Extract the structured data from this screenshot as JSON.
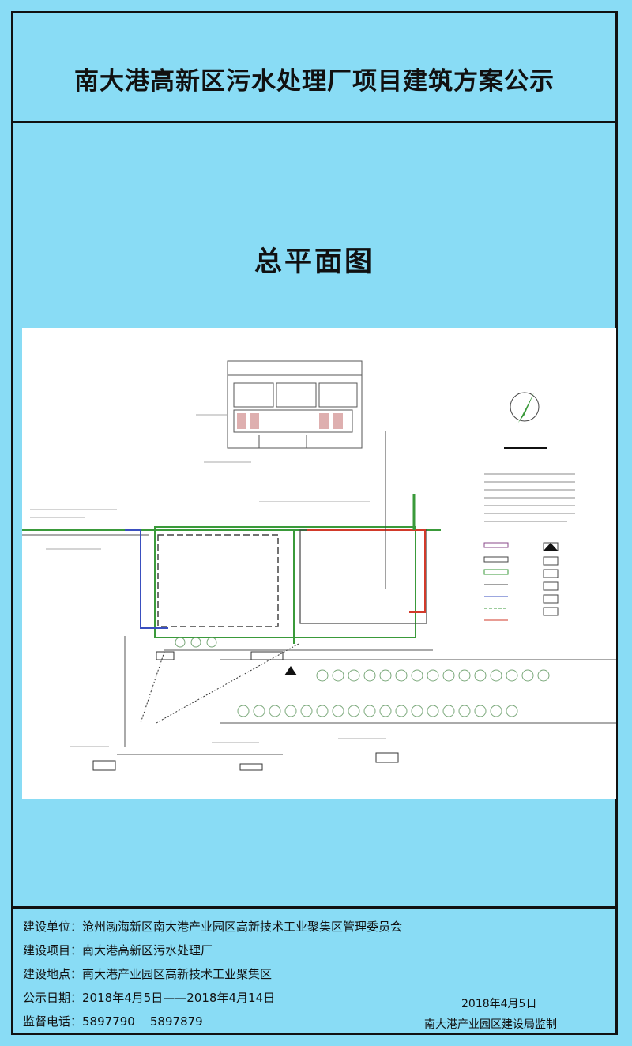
{
  "header": {
    "title": "南大港高新区污水处理厂项目建筑方案公示"
  },
  "drawing": {
    "title": "总平面图"
  },
  "info": {
    "rows": [
      {
        "label": "建设单位：",
        "value": "沧州渤海新区南大港产业园区高新技术工业聚集区管理委员会"
      },
      {
        "label": "建设项目：",
        "value": "南大港高新区污水处理厂"
      },
      {
        "label": "建设地点：",
        "value": "南大港产业园区高新技术工业聚集区"
      },
      {
        "label": "公示日期：",
        "value": "2018年4月5日——2018年4月14日"
      },
      {
        "label": "监督电话：",
        "value": "5897790    5897879"
      }
    ],
    "date": "2018年4月5日",
    "authority": "南大港产业园区建设局监制"
  },
  "colors": {
    "background": "#89dcf5",
    "border": "#111111"
  }
}
